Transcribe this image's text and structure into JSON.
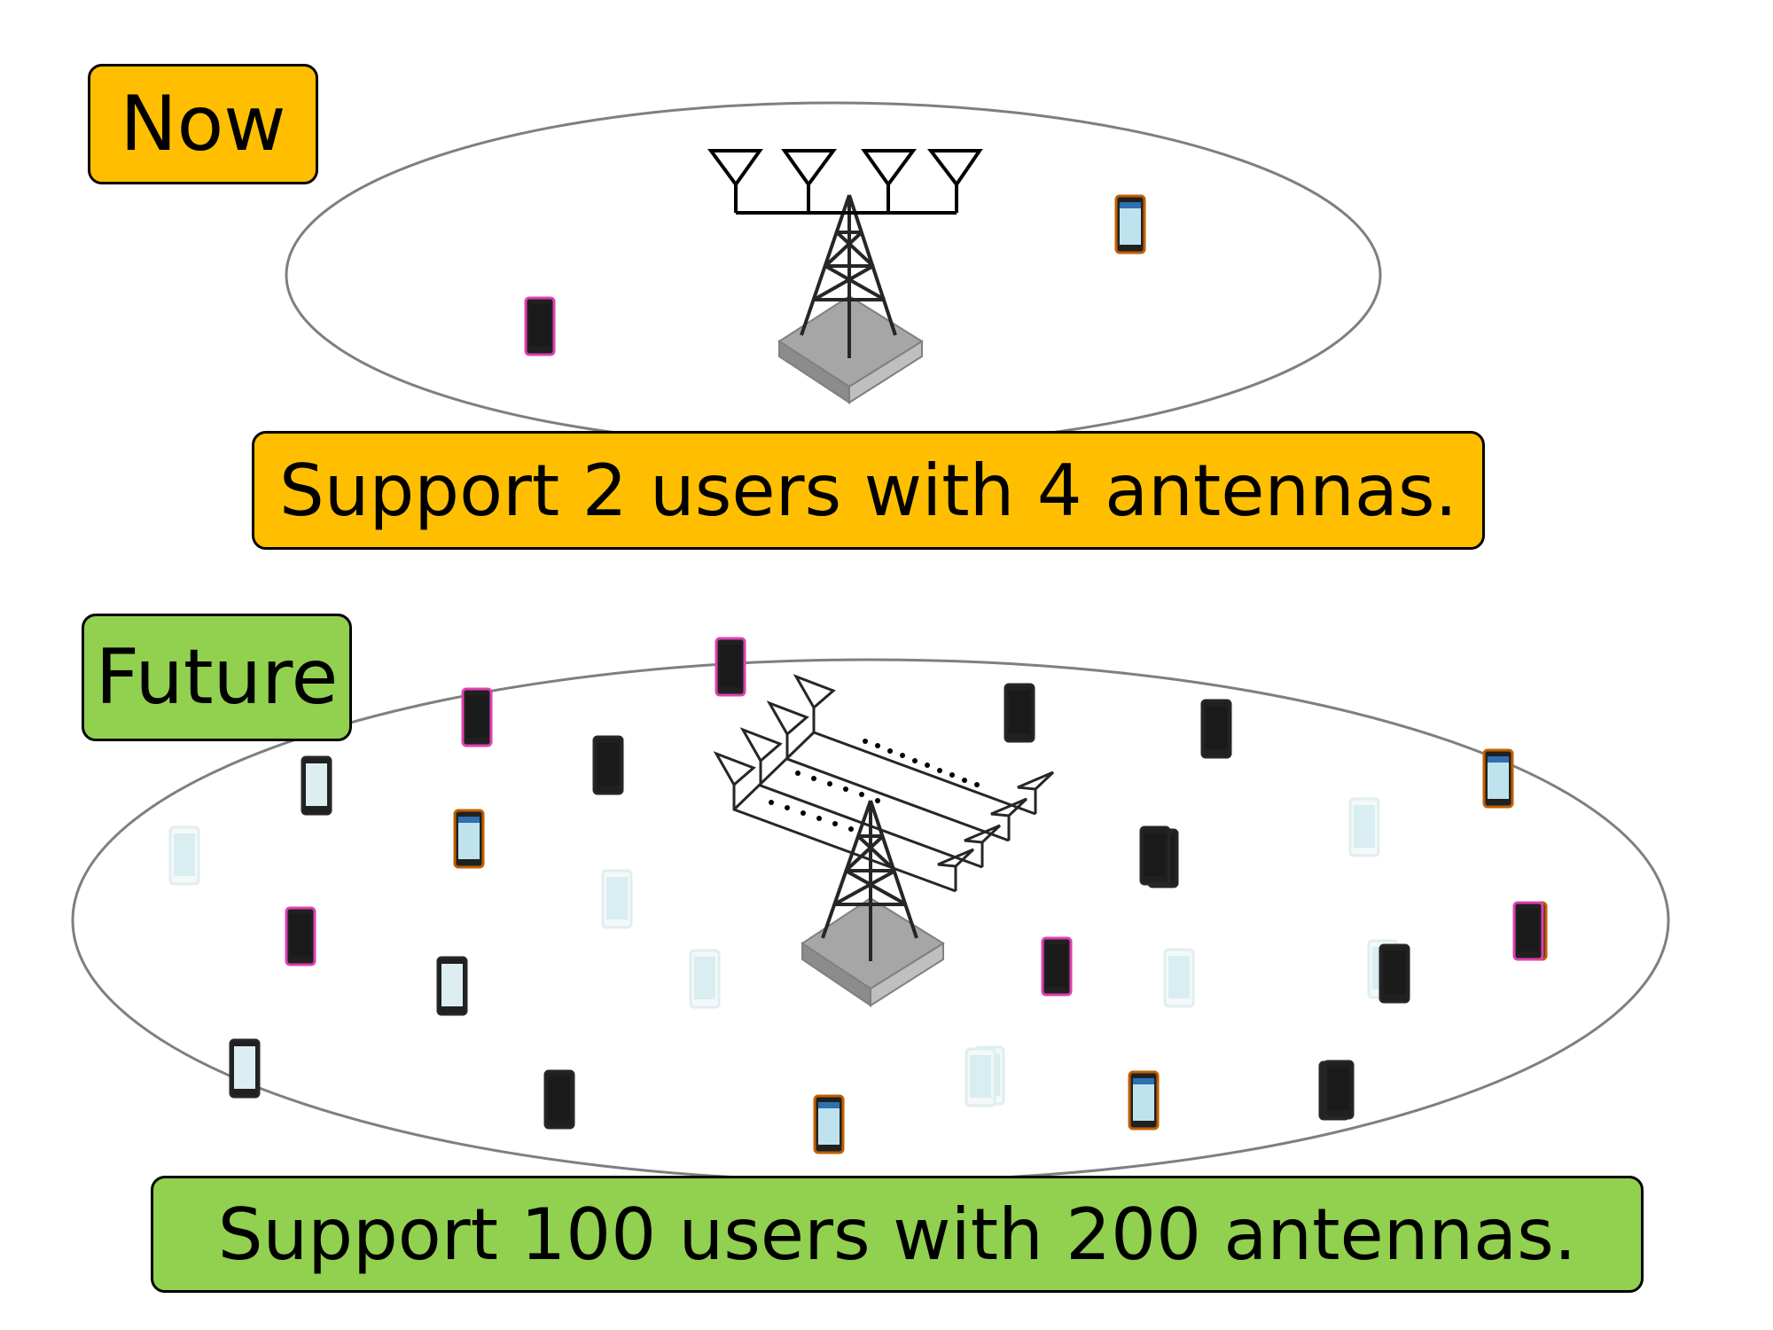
{
  "colors": {
    "now": "#FFBF00",
    "future": "#92D050",
    "ellipse_stroke": "#7F7F7F",
    "phone_black": "#262626",
    "phone_magenta": "#E040B0",
    "phone_orange": "#C06000",
    "phone_white": "#E0EEF0",
    "phone_gray": "#404040"
  },
  "now": {
    "tag": "Now",
    "caption": "Support 2 users with 4 antennas.",
    "phones": [
      "magenta",
      "orange"
    ]
  },
  "future": {
    "tag": "Future",
    "caption": "Support 100 users with 200 antennas.",
    "phones": [
      "black",
      "magenta",
      "black",
      "magenta",
      "black",
      "black",
      "white",
      "orange",
      "white",
      "black",
      "white",
      "orange",
      "magenta",
      "white",
      "white",
      "magenta",
      "black",
      "white",
      "orange",
      "black",
      "black",
      "white",
      "black",
      "white",
      "black",
      "orange",
      "magenta",
      "black",
      "orange",
      "black"
    ]
  }
}
